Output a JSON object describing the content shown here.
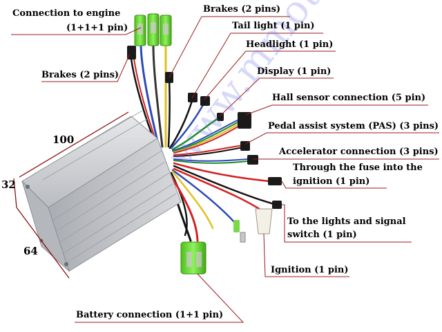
{
  "labels": {
    "engine": "Connection to engine",
    "engine_pins": "(1+1+1 pin)",
    "brakes_left": "Brakes (2 pins)",
    "brakes_top": "Brakes (2 pins)",
    "tail_light": "Tail light (1 pin)",
    "headlight": "Headlight (1 pin)",
    "display": "Display (1 pin)",
    "hall_sensor": "Hall sensor connection (5 pin)",
    "pas": "Pedal assist system (PAS) (3 pins)",
    "accelerator": "Accelerator connection (3 pins)",
    "fuse_line1": "Through the fuse into the",
    "fuse_line2": "ignition (1 pin)",
    "lights_line1": "To the lights and signal",
    "lights_line2": "switch (1 pin)",
    "ignition": "Ignition (1 pin)",
    "battery": "Battery connection (1+1 pin)"
  },
  "dimensions": {
    "length": "100",
    "height": "32",
    "width": "64"
  },
  "watermark": "www.mmotos.lt",
  "colors": {
    "housing": "#c9ccd0",
    "connector_green": "#6ee23a",
    "wire_red": "#d42020",
    "wire_blue": "#2a49b8",
    "wire_yellow": "#e0c020",
    "leader_line": "#9a1a1a",
    "dimension_line": "#8a0e0e",
    "watermark": "#6e78eb"
  }
}
